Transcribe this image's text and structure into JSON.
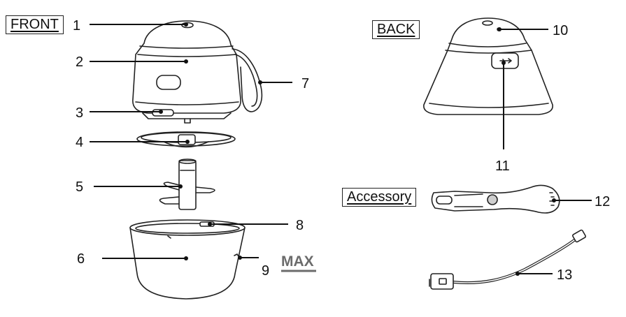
{
  "labels": {
    "front": "FRONT",
    "back": "BACK",
    "accessory": "Accessory"
  },
  "max_mark": "MAX",
  "callouts": [
    "1",
    "2",
    "3",
    "4",
    "5",
    "6",
    "7",
    "8",
    "9",
    "10",
    "11",
    "12",
    "13"
  ]
}
